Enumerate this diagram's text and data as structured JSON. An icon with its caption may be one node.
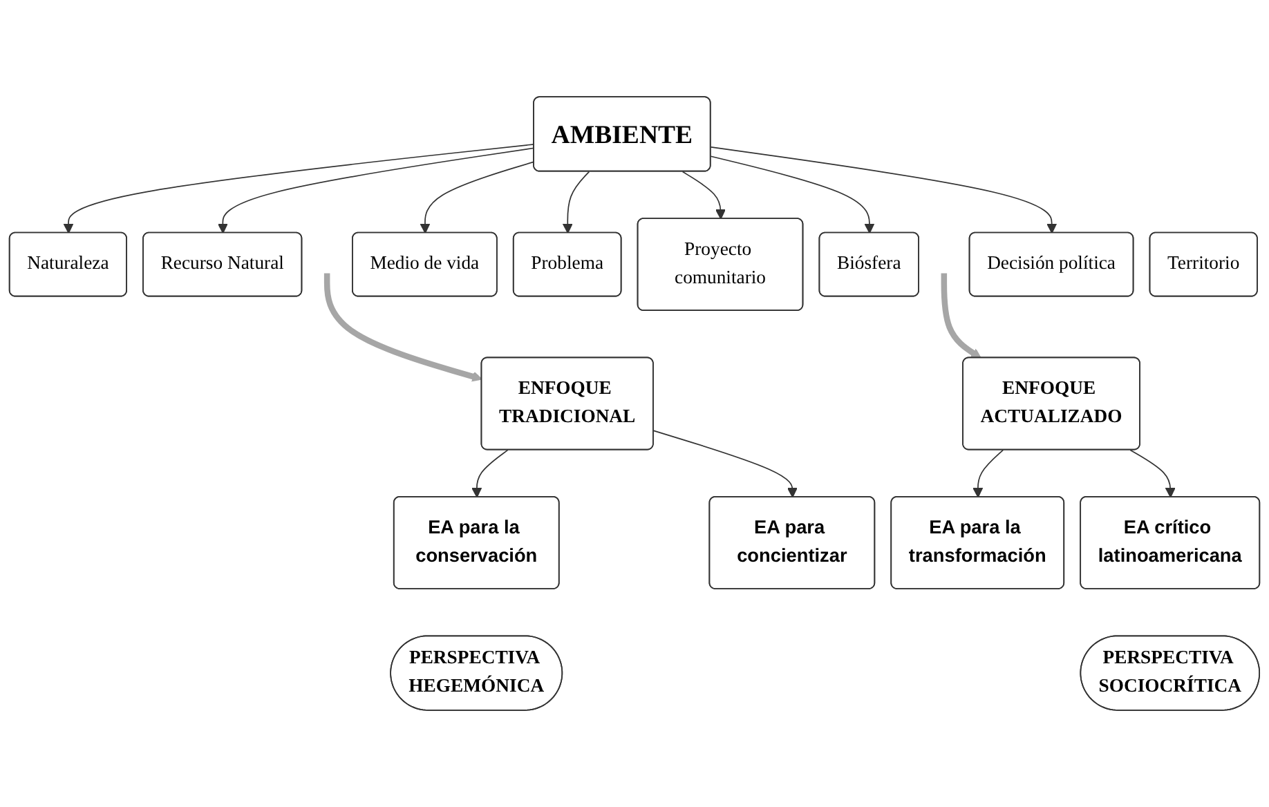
{
  "diagram": {
    "nodes": [
      {
        "text": [
          "AMBIENTE"
        ]
      },
      {
        "text": [
          "Naturaleza"
        ]
      },
      {
        "text": [
          "Recurso Natural"
        ]
      },
      {
        "text": [
          "Problema"
        ]
      },
      {
        "text": [
          "Medio de vida"
        ]
      },
      {
        "text": [
          "Biósfera"
        ]
      },
      {
        "text": [
          "Proyecto comunitario"
        ]
      },
      {
        "text": [
          "Decisión política"
        ]
      },
      {
        "text": [
          "Territorio"
        ]
      },
      {
        "text": [
          "ENFOQUE TRADICIONAL"
        ]
      },
      {
        "text": [
          "ENFOQUE ACTUALIZADO"
        ]
      },
      {
        "text": [
          "EA para la conservación"
        ]
      },
      {
        "text": [
          "EA para concientizar"
        ]
      },
      {
        "text": [
          "EA para la transformación"
        ]
      },
      {
        "text": [
          "EA crítico latinoamericana"
        ]
      },
      {
        "text": [
          "PERSPECTIVA HEGEMÓNICA"
        ]
      },
      {
        "text": [
          "PERSPECTIVA SOCIOCRÍTICA"
        ]
      }
    ],
    "edges": [
      {
        "from": 0,
        "to": 1,
        "arrow": "to"
      },
      {
        "from": 0,
        "to": 2,
        "arrow": "to"
      },
      {
        "from": 0,
        "to": 3,
        "arrow": "to"
      },
      {
        "from": 0,
        "to": 4,
        "arrow": "to"
      },
      {
        "from": 0,
        "to": 5,
        "arrow": "to"
      },
      {
        "from": 0,
        "to": 7,
        "arrow": "to"
      },
      {
        "from": 0,
        "to": 6,
        "arrow": "to"
      },
      {
        "from": 9,
        "to": 11,
        "arrow": "to"
      },
      {
        "from": 9,
        "to": 12,
        "arrow": "to"
      },
      {
        "from": 10,
        "to": 13,
        "arrow": "to"
      },
      {
        "from": 10,
        "to": 14,
        "arrow": "to"
      },
      {
        "from": null,
        "to": 9,
        "arrow": "to",
        "style": "thick",
        "color": "#a6a6a6"
      },
      {
        "from": null,
        "to": 10,
        "arrow": "to",
        "style": "thick",
        "color": "#a6a6a6"
      }
    ]
  }
}
